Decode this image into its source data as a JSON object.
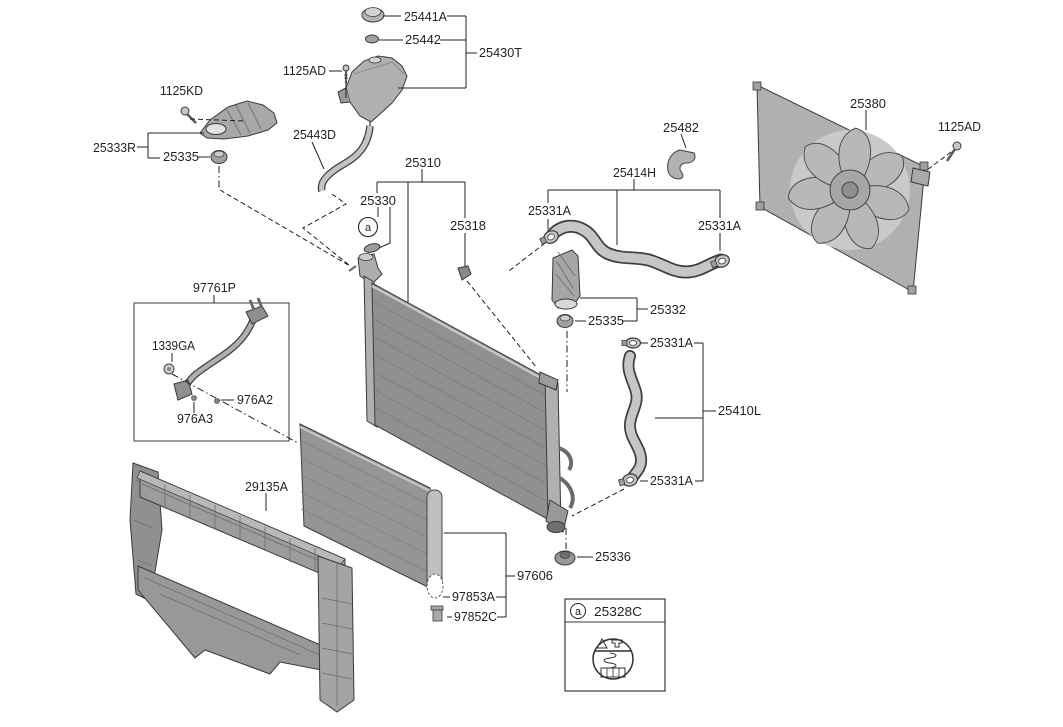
{
  "diagram": {
    "part_labels": [
      "25441A",
      "25442",
      "25430T",
      "1125AD",
      "1125KD",
      "25333R",
      "25335",
      "25443D",
      "25310",
      "25330",
      "25318",
      "25331A",
      "25414H",
      "25482",
      "25331A",
      "25380",
      "1125AD",
      "25332",
      "25335",
      "25331A",
      "25410L",
      "25331A",
      "97761P",
      "1339GA",
      "976A2",
      "976A3",
      "29135A",
      "25336",
      "97606",
      "97853A",
      "97852C"
    ],
    "callout_letter": "a",
    "legend": {
      "callout_letter": "a",
      "part_number": "25328C"
    }
  },
  "colors": {
    "line": "#231f20",
    "part_fill_light": "#c6c6c8",
    "part_fill_mid": "#a8a8aa",
    "core_fill": "#8e9092",
    "background": "#ffffff"
  }
}
